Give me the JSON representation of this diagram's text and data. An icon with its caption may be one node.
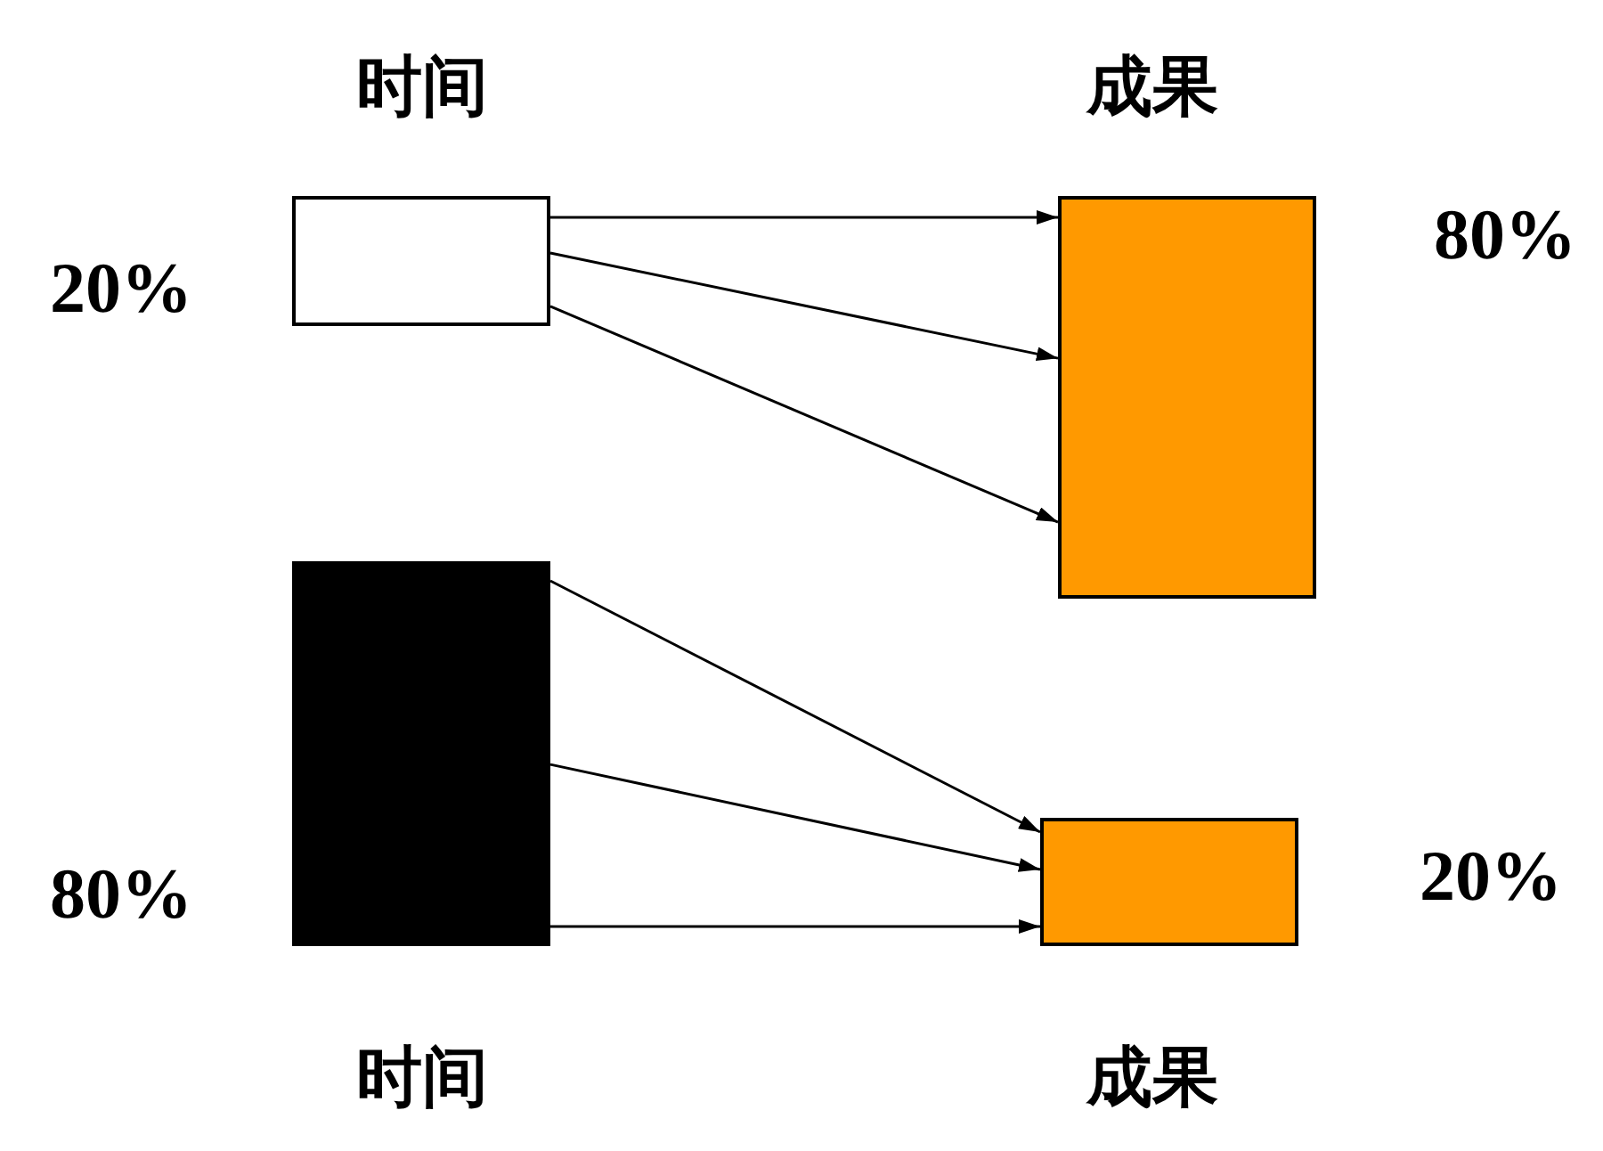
{
  "diagram": {
    "nodes": [
      {
        "text": [],
        "shape": "box",
        "beside": [
          "20%"
        ]
      },
      {
        "text": [],
        "shape": "box",
        "beside": [
          "80%"
        ]
      },
      {
        "text": [],
        "shape": "box",
        "beside": [
          "80%"
        ]
      },
      {
        "text": [],
        "shape": "box",
        "beside": [
          "20%"
        ]
      }
    ],
    "edges": [
      {
        "from": 0,
        "to": 1,
        "arrow": "to"
      },
      {
        "from": 0,
        "to": 1,
        "arrow": "to"
      },
      {
        "from": 0,
        "to": 1,
        "arrow": "to"
      },
      {
        "from": 2,
        "to": 3,
        "arrow": "to"
      },
      {
        "from": 2,
        "to": 3,
        "arrow": "to"
      },
      {
        "from": 2,
        "to": 3,
        "arrow": "to"
      }
    ],
    "labels": [
      "时间",
      "成果",
      "时间",
      "成果"
    ]
  }
}
